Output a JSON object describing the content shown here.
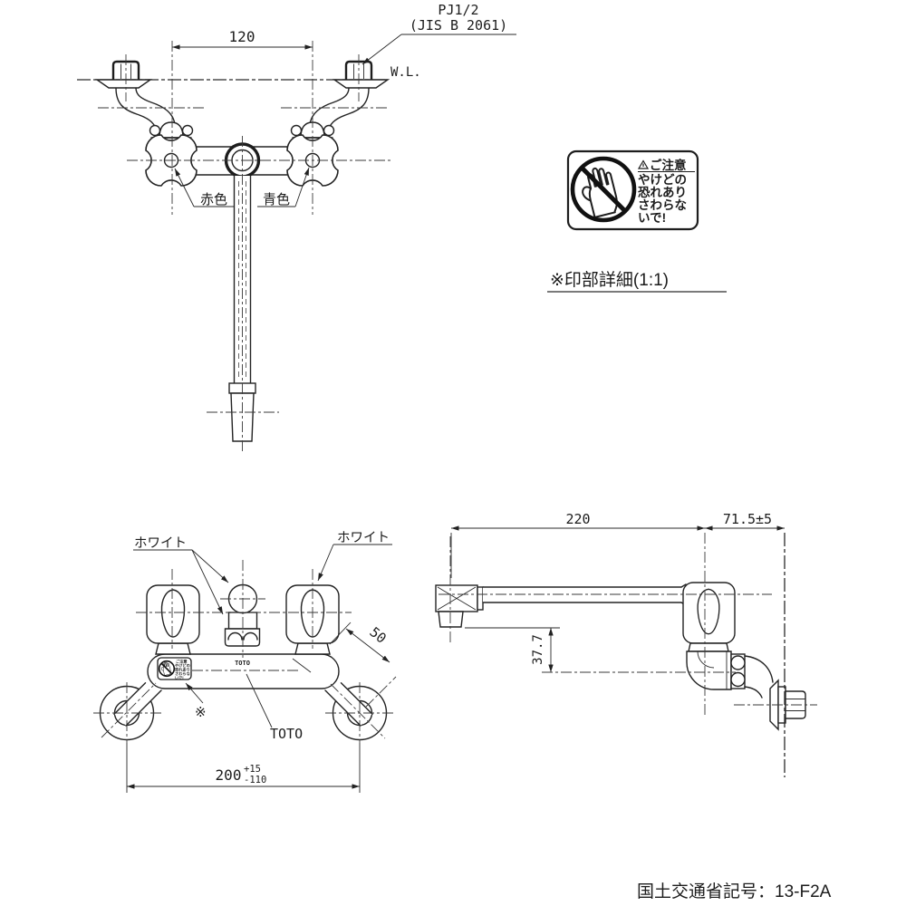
{
  "drawing": {
    "front_view_top": {
      "dim_handle_spacing": "120",
      "thread_spec_line1": "PJ1/2",
      "thread_spec_line2": "(JIS B 2061)",
      "wall_line_label": "W.L.",
      "hot_handle_label": "赤色",
      "cold_handle_label": "青色"
    },
    "caution_label_detail": {
      "note": "※印部詳細(1:1)",
      "heading": "ご注意",
      "line1": "やけどの",
      "line2": "恐れあり",
      "line3": "さわらな",
      "line4": "いで!"
    },
    "front_view_bottom": {
      "white_label_left": "ホワイト",
      "white_label_right": "ホワイト",
      "dim_diagonal": "50",
      "ref_mark": "※",
      "brand_leader": "TOTO",
      "brand_logo": "TOTO",
      "dim_width": "200",
      "dim_width_tol_upper": "+15",
      "dim_width_tol_lower": "-110"
    },
    "side_view": {
      "dim_spout_reach": "220",
      "dim_wall_offset": "71.5±5",
      "dim_outlet_drop": "37.7"
    },
    "approval": {
      "code_label": "国土交通省記号：13-F2A"
    }
  }
}
